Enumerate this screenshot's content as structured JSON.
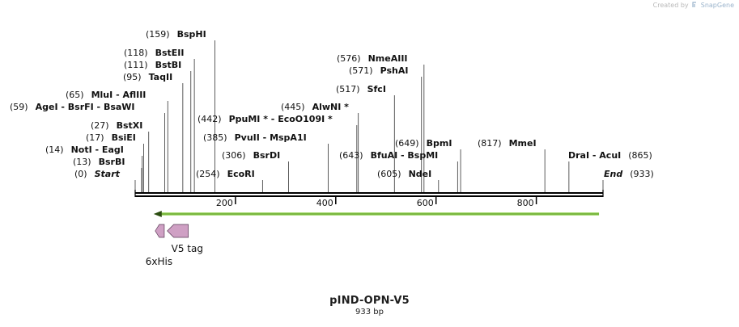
{
  "credit": {
    "text": "Created by",
    "brand": "SnapGene",
    "brand_color": "#9bb4cc"
  },
  "plasmid": {
    "name": "pIND-OPN-V5",
    "size_label": "933 bp",
    "length": 933
  },
  "ruler": {
    "ticks": [
      200,
      400,
      600,
      800
    ]
  },
  "feature_arrow": {
    "direction": "reverse",
    "start": 40,
    "end": 925,
    "color": "#8fd14f"
  },
  "features": [
    {
      "name": "6xHis",
      "start": 40,
      "end": 58,
      "direction": "reverse",
      "color": "#cfa0c4"
    },
    {
      "name": "V5 tag",
      "start": 64,
      "end": 106,
      "direction": "reverse",
      "color": "#cfa0c4"
    }
  ],
  "sites": [
    {
      "pos": "(0)",
      "name": "Start",
      "position": 0,
      "italic": true
    },
    {
      "pos": "(13)",
      "name": "BsrBI",
      "position": 13
    },
    {
      "pos": "(14)",
      "name": "NotI  -  EagI",
      "position": 14
    },
    {
      "pos": "(17)",
      "name": "BsiEI",
      "position": 17
    },
    {
      "pos": "(27)",
      "name": "BstXI",
      "position": 27
    },
    {
      "pos": "(59)",
      "name": "AgeI  -  BsrFI  -  BsaWI",
      "position": 59
    },
    {
      "pos": "(65)",
      "name": "MluI  -  AflIII",
      "position": 65
    },
    {
      "pos": "(95)",
      "name": "TaqII",
      "position": 95
    },
    {
      "pos": "(111)",
      "name": "BstBI",
      "position": 111
    },
    {
      "pos": "(118)",
      "name": "BstEII",
      "position": 118
    },
    {
      "pos": "(159)",
      "name": "BspHI",
      "position": 159
    },
    {
      "pos": "(254)",
      "name": "EcoRI",
      "position": 254
    },
    {
      "pos": "(306)",
      "name": "BsrDI",
      "position": 306
    },
    {
      "pos": "(385)",
      "name": "PvuII  -  MspA1I",
      "position": 385
    },
    {
      "pos": "(442)",
      "name": "PpuMI *  -  EcoO109I *",
      "position": 442
    },
    {
      "pos": "(445)",
      "name": "AlwNI *",
      "position": 445
    },
    {
      "pos": "(517)",
      "name": "SfcI",
      "position": 517
    },
    {
      "pos": "(571)",
      "name": "PshAI",
      "position": 571
    },
    {
      "pos": "(576)",
      "name": "NmeAIII",
      "position": 576
    },
    {
      "pos": "(605)",
      "name": "NdeI",
      "position": 605
    },
    {
      "pos": "(643)",
      "name": "BfuAI  -  BspMI",
      "position": 643
    },
    {
      "pos": "(649)",
      "name": "BpmI",
      "position": 649
    },
    {
      "pos": "(817)",
      "name": "MmeI",
      "position": 817
    },
    {
      "pos": "(865)",
      "name": "DraI  -  AcuI",
      "position": 865,
      "label_after": true
    },
    {
      "pos": "(933)",
      "name": "End",
      "position": 933,
      "italic": true,
      "label_after": true
    }
  ]
}
